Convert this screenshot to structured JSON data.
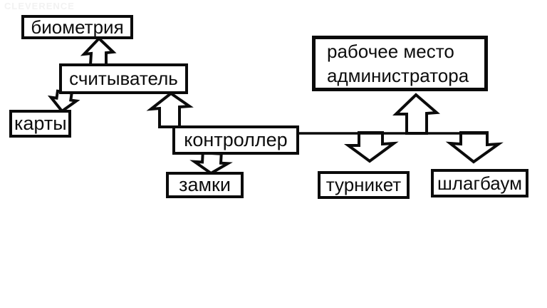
{
  "watermark": "CLEVERENCE",
  "nodes": {
    "biometrics": {
      "label": "биометрия"
    },
    "reader": {
      "label": "считыватель"
    },
    "cards": {
      "label": "карты"
    },
    "controller": {
      "label": "контроллер"
    },
    "locks": {
      "label": "замки"
    },
    "admin_workstation": {
      "line1": "рабочее место",
      "line2": "администратора"
    },
    "turnstile": {
      "label": "турникет"
    },
    "barrier": {
      "label": "шлагбаум"
    }
  },
  "edges": [
    {
      "from": "считыватель",
      "to": "биометрия",
      "direction": "up"
    },
    {
      "from": "считыватель",
      "to": "карты",
      "direction": "down"
    },
    {
      "from": "контроллер",
      "to": "считыватель",
      "direction": "up"
    },
    {
      "from": "контроллер",
      "to": "замки",
      "direction": "down"
    },
    {
      "from": "контроллер",
      "to": "рабочее место администратора",
      "direction": "up"
    },
    {
      "from": "контроллер",
      "to": "турникет",
      "direction": "down"
    },
    {
      "from": "контроллер",
      "to": "шлагбаум",
      "direction": "down"
    }
  ],
  "colors": {
    "ink": "#0b0b0b",
    "box_fill": "#ffffff",
    "background": "#ffffff",
    "watermark": "#f2f2f2"
  }
}
